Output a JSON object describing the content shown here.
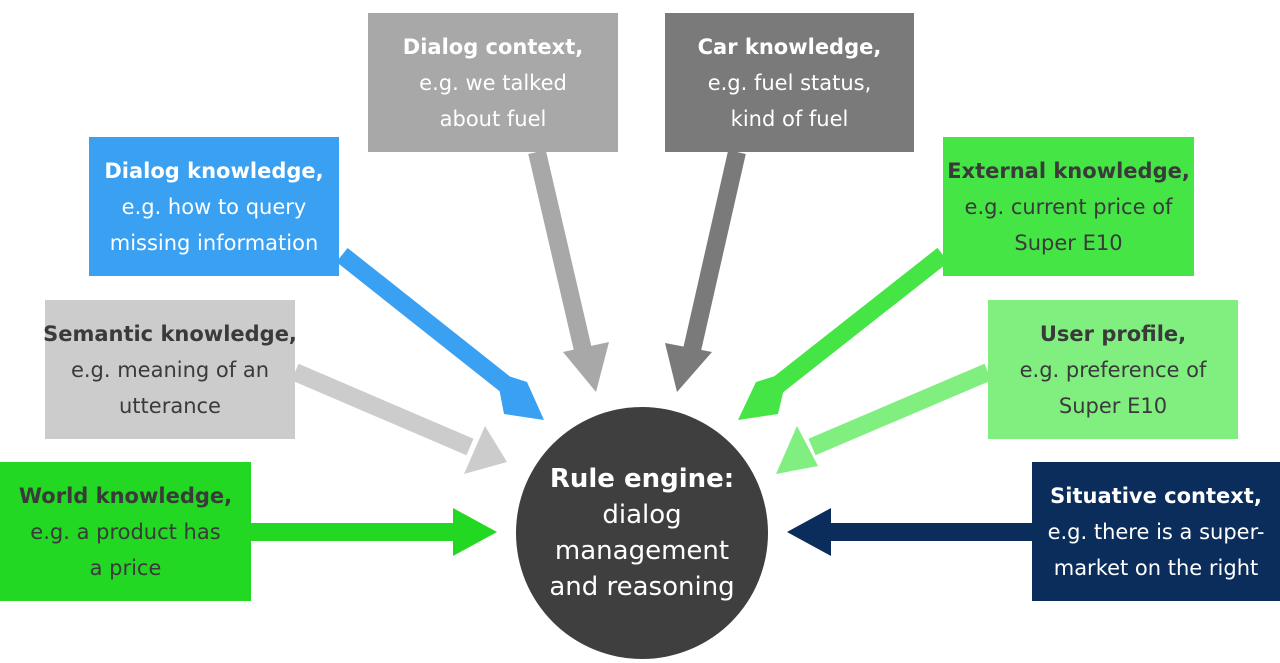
{
  "engine": {
    "title": "Rule engine:",
    "lines": [
      "dialog",
      "management",
      "and reasoning"
    ]
  },
  "boxes": {
    "dialog_context": {
      "title": "Dialog context,",
      "lines": [
        "e.g. we talked",
        "about fuel"
      ]
    },
    "car_knowledge": {
      "title": "Car knowledge,",
      "lines": [
        "e.g. fuel status,",
        "kind of fuel"
      ]
    },
    "dialog_knowledge": {
      "title": "Dialog knowledge,",
      "lines": [
        "e.g. how to query",
        "missing information"
      ]
    },
    "external_knowledge": {
      "title": "External knowledge,",
      "lines": [
        "e.g. current price of",
        "Super E10"
      ]
    },
    "semantic_knowledge": {
      "title": "Semantic knowledge,",
      "lines": [
        "e.g. meaning of an",
        "utterance"
      ]
    },
    "user_profile": {
      "title": "User profile,",
      "lines": [
        "e.g. preference of",
        "Super E10"
      ]
    },
    "world_knowledge": {
      "title": "World knowledge,",
      "lines": [
        "e.g. a product has",
        "a price"
      ]
    },
    "situative_context": {
      "title": "Situative context,",
      "lines": [
        "e.g. there is a super-",
        "market on the right"
      ]
    }
  },
  "colors": {
    "dialog_context": "#a8a8a8",
    "car_knowledge": "#7a7a7a",
    "dialog_knowledge": "#3aa0f2",
    "external_knowledge": "#44e544",
    "semantic_knowledge": "#cccccc",
    "user_profile": "#80ef80",
    "world_knowledge": "#22d822",
    "situative_context": "#0a2d5c",
    "engine": "#3f3f3f"
  }
}
